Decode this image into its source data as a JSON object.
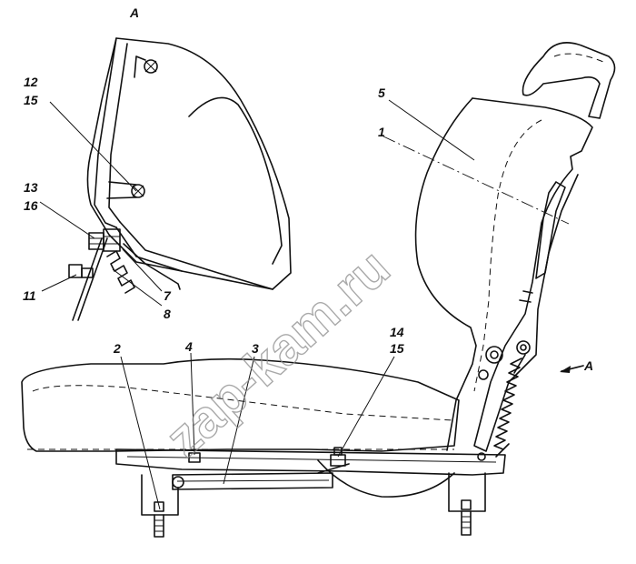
{
  "watermark": "zap-kam.ru",
  "labels": {
    "view_a_top": "A",
    "view_a_arrow": "A",
    "n1": "1",
    "n2": "2",
    "n3": "3",
    "n4": "4",
    "n5": "5",
    "n7": "7",
    "n8": "8",
    "n11": "11",
    "n12": "12",
    "n13": "13",
    "n14": "14",
    "n15a": "15",
    "n15b": "15",
    "n16": "16"
  }
}
